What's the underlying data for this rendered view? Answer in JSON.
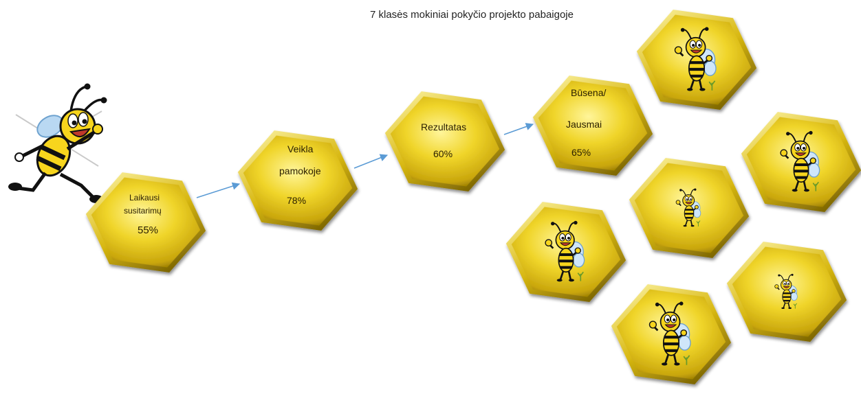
{
  "title": "7 klasės mokiniai  pokyčio projekto pabaigoje",
  "steps": [
    {
      "label_lines": [
        "Laikausi",
        "susitarimų"
      ],
      "value": "55%"
    },
    {
      "label_lines": [
        "Veikla",
        "pamokoje"
      ],
      "value": "78%"
    },
    {
      "label_lines": [
        "Rezultatas"
      ],
      "value": "60%"
    },
    {
      "label_lines": [
        "Būsena/",
        "Jausmai"
      ],
      "value": "65%"
    }
  ],
  "colors": {
    "hex_light": "#fff27a",
    "hex_mid": "#e8c818",
    "hex_dark": "#7a6300",
    "arrow": "#5b9bd5",
    "bee_yellow": "#f7d51d",
    "bee_black": "#1a1a1a",
    "wing": "#b9d8f2"
  },
  "icons": {
    "runner": "running-bee-icon",
    "cluster": "waving-bee-icon"
  }
}
